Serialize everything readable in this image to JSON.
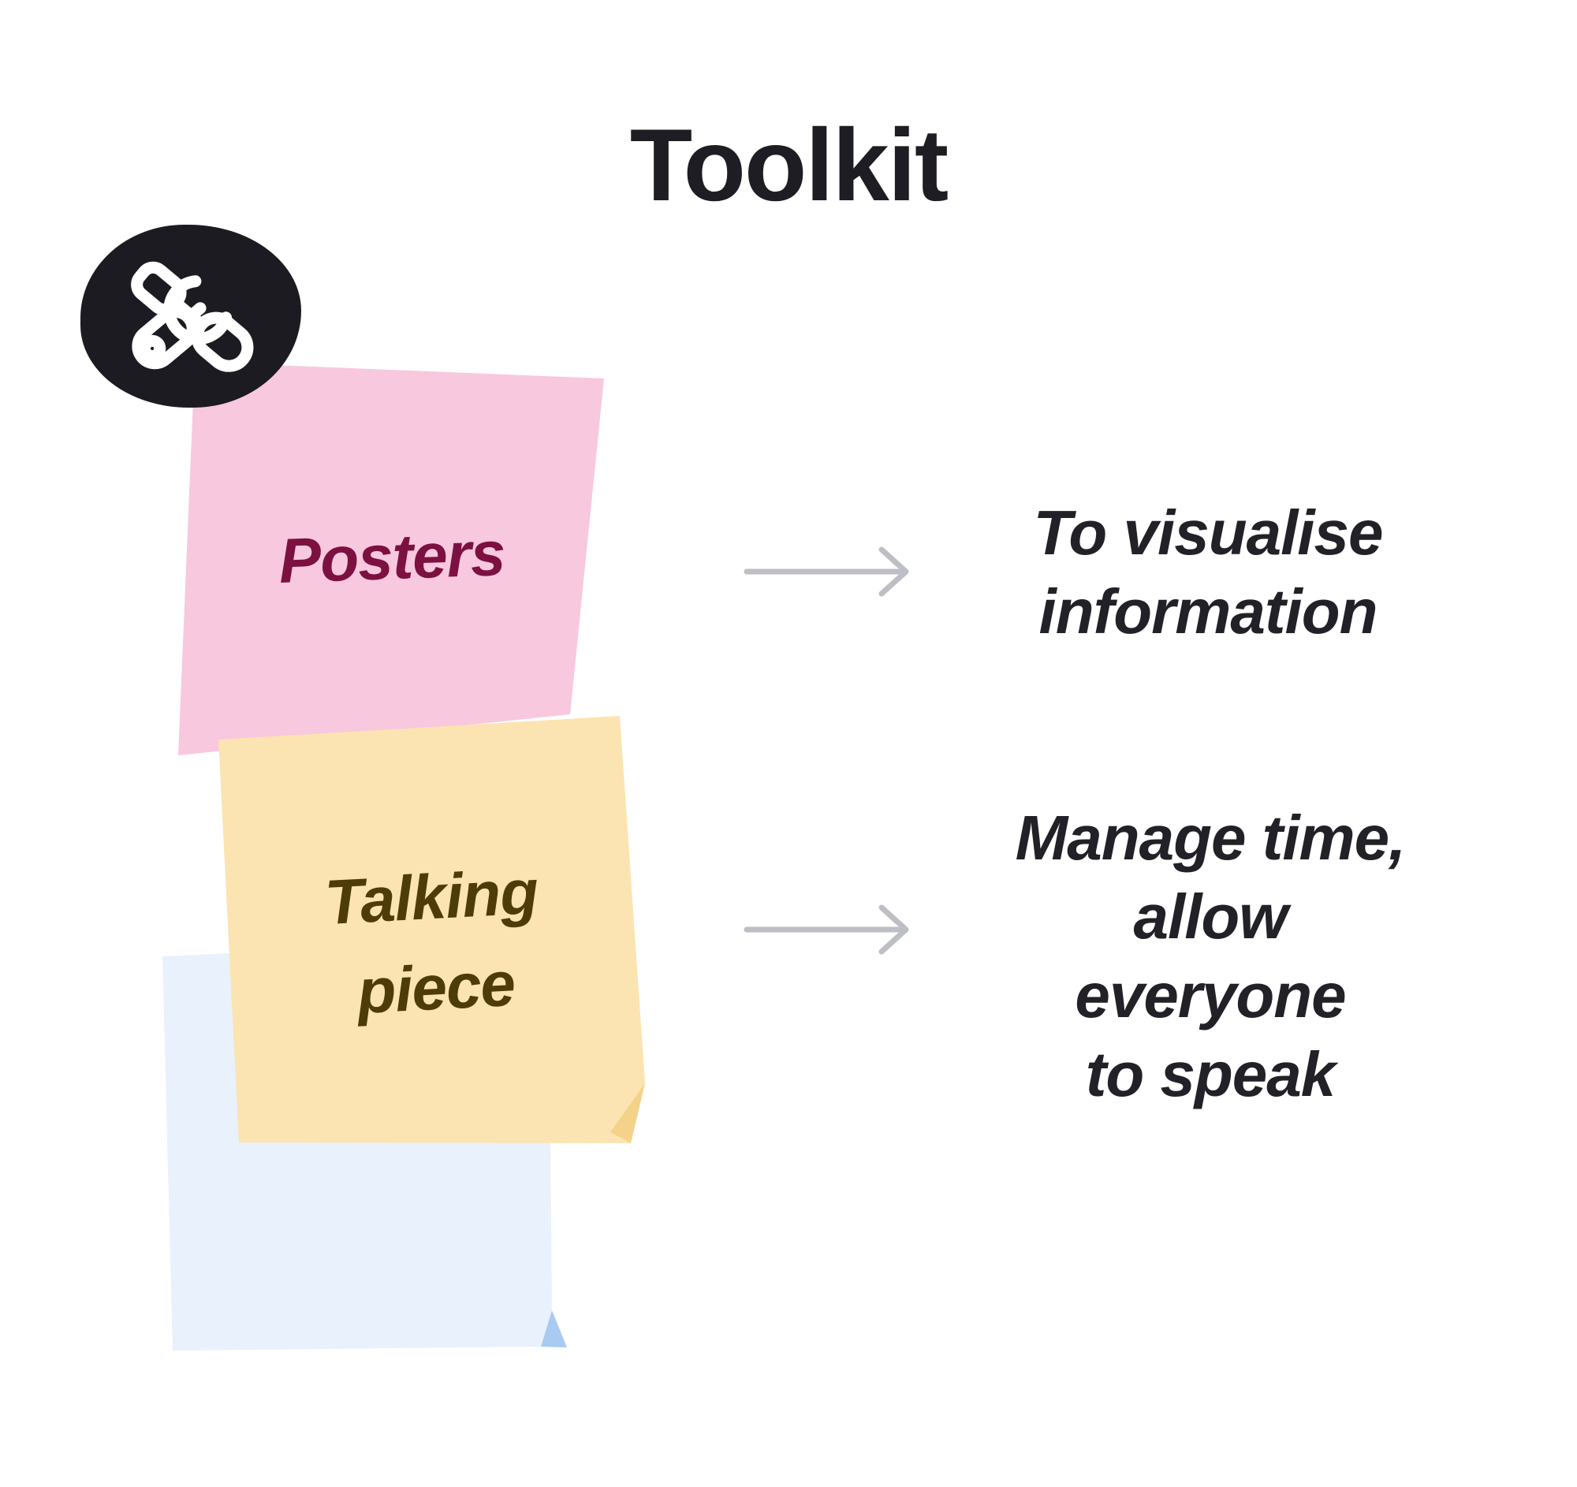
{
  "title": "Toolkit",
  "badge": {
    "icon": "screwdriver-wrench",
    "bg_color": "#1b1b21",
    "icon_color": "#ffffff"
  },
  "notes": [
    {
      "name": "posters",
      "label": "Posters",
      "fill": "#f8c8de",
      "text_color": "#7c1141"
    },
    {
      "name": "talking-piece",
      "lines": [
        "Talking",
        "piece"
      ],
      "fill": "#fbe4b1",
      "text_color": "#4e3c08"
    },
    {
      "name": "empty-note",
      "fill": "#e9f1fc"
    }
  ],
  "captions": [
    {
      "for": "posters",
      "lines": [
        "To visualise",
        "information"
      ]
    },
    {
      "for": "talking-piece",
      "lines": [
        "Manage time,",
        "allow everyone",
        "to speak"
      ]
    }
  ],
  "colors": {
    "background": "#ffffff",
    "title_text": "#1d1d23",
    "arrow": "#bdbfc5",
    "caption_text": "#212127",
    "yellow_fold": "#f5d28a",
    "blue_fold": "#a9caf1"
  }
}
